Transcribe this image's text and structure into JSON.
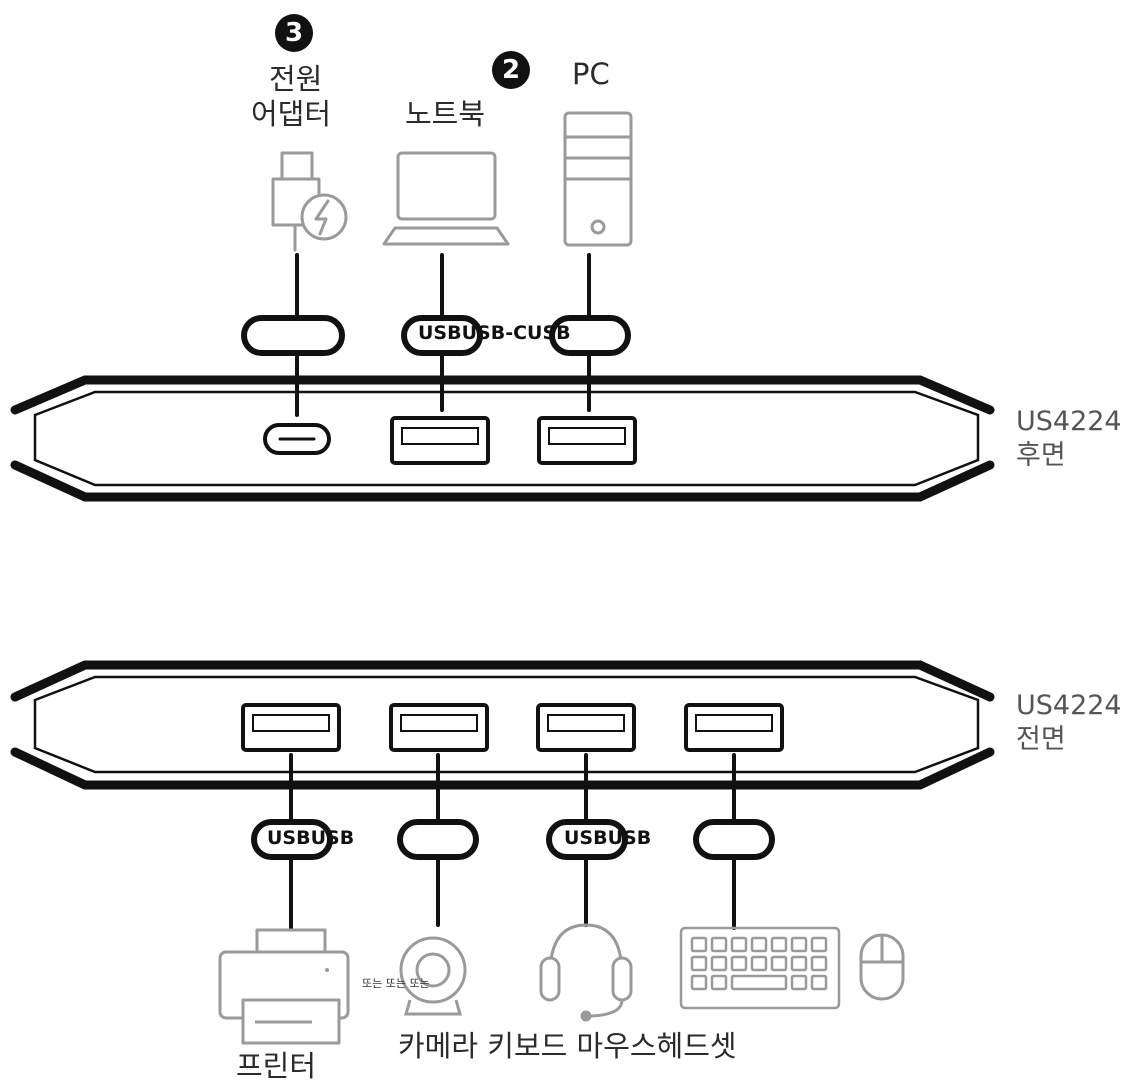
{
  "steps": {
    "step3": "3",
    "step2": "2"
  },
  "rear_top_labels": {
    "power_line1": "전원",
    "power_line2": "어댑터",
    "laptop": "노트북",
    "pc": "PC"
  },
  "cable_labels": {
    "rear_laptop": "USBUSB-CUSB",
    "front_printer": "USBUSB",
    "front_headset": "USBUSB"
  },
  "hub_labels": {
    "rear_model": "US4224",
    "rear_side": "후면",
    "front_model": "US4224",
    "front_side": "전면"
  },
  "device_labels": {
    "or_text": "또는 또는 또는",
    "bottom_row": "카메라 키보드 마우스헤드셋",
    "printer": "프린터"
  },
  "icons": [
    "power-adapter-icon",
    "laptop-icon",
    "pc-tower-icon",
    "usb-c-port-icon",
    "usb-a-port-icon",
    "printer-icon",
    "webcam-icon",
    "headset-icon",
    "keyboard-icon",
    "mouse-icon"
  ],
  "colors": {
    "line": "#111111",
    "device_gray": "#9a9a9a",
    "text": "#2b2b2b"
  }
}
